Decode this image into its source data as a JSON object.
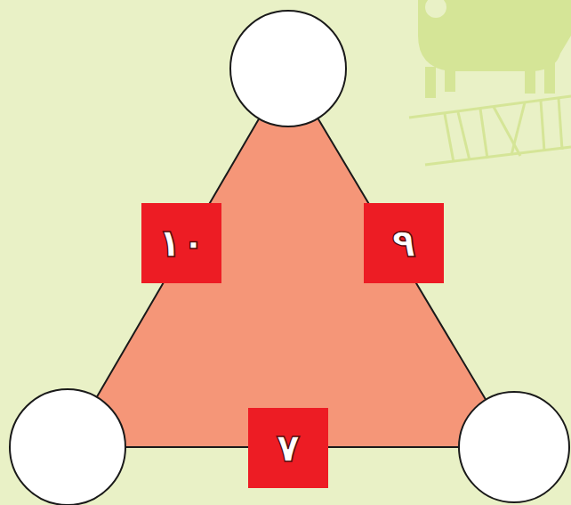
{
  "diagram": {
    "nodes": [
      {
        "text": [
          "١٠"
        ]
      },
      {
        "text": [
          "٩"
        ]
      },
      {
        "text": [
          "٧"
        ]
      }
    ]
  }
}
